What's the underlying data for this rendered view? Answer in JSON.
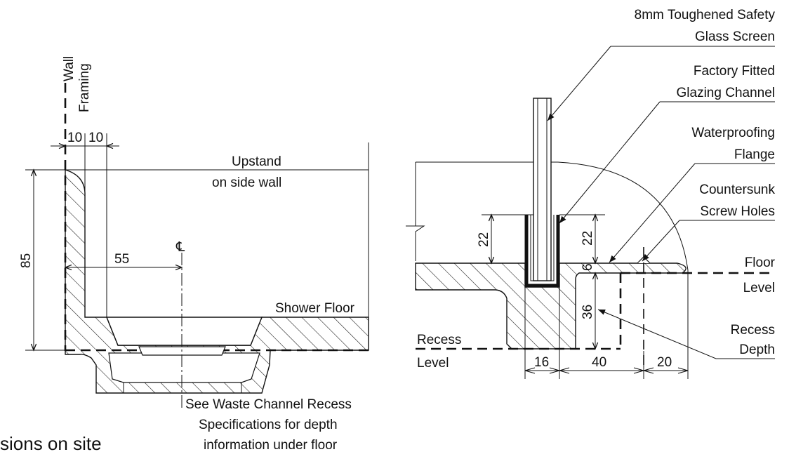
{
  "left_detail": {
    "wall_label": "Wall",
    "framing_label": "Framing",
    "dim_10a": "10",
    "dim_10b": "10",
    "dim_85": "85",
    "dim_55": "55",
    "centerline_symbol": "℄",
    "upstand_line1": "Upstand",
    "upstand_line2": "on side wall",
    "shower_floor": "Shower Floor",
    "note_line1": "See Waste Channel Recess",
    "note_line2": "Specifications for depth",
    "note_line3": "information under floor",
    "partial_text": "sions on site"
  },
  "right_detail": {
    "glass_line1": "8mm Toughened Safety",
    "glass_line2": "Glass Screen",
    "channel_line1": "Factory Fitted",
    "channel_line2": "Glazing Channel",
    "flange_line1": "Waterproofing",
    "flange_line2": "Flange",
    "screw_line1": "Countersunk",
    "screw_line2": "Screw Holes",
    "floor_line1": "Floor",
    "floor_line2": "Level",
    "depth_line1": "Recess",
    "depth_line2": "Depth",
    "recess_line1": "Recess",
    "recess_line2": "Level",
    "dim_22_left": "22",
    "dim_22_right": "22",
    "dim_6": "6",
    "dim_36": "36",
    "dim_16": "16",
    "dim_40": "40",
    "dim_20": "20"
  }
}
